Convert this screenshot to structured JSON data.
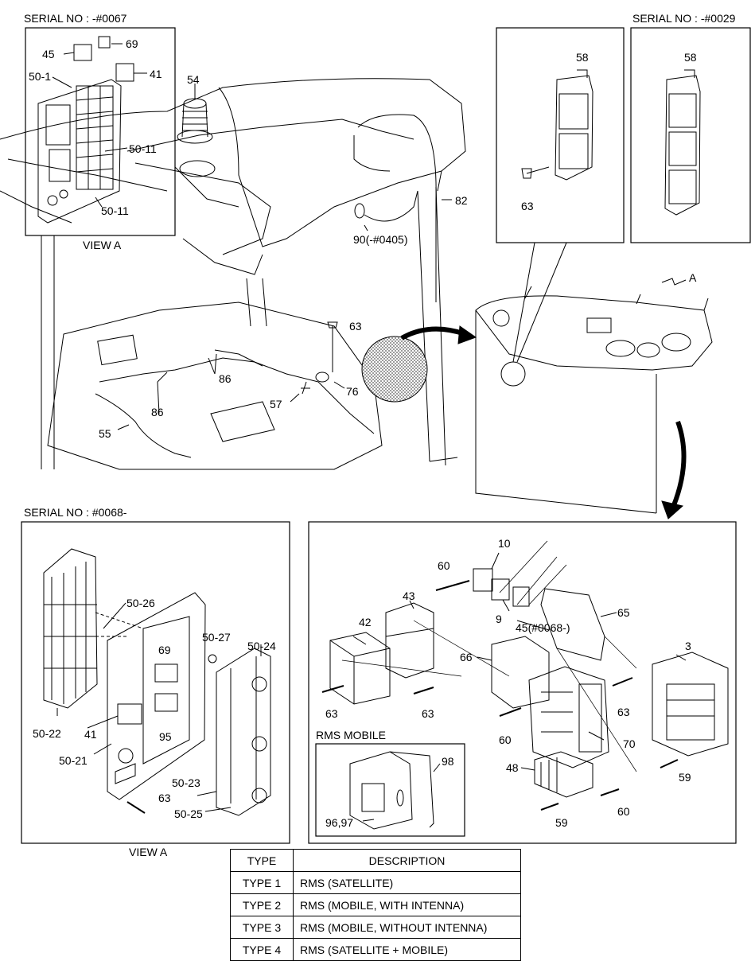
{
  "serials": {
    "top_left": "SERIAL NO : -#0067",
    "top_right": "SERIAL NO : -#0029",
    "bottom_left": "SERIAL NO : #0068-"
  },
  "views": {
    "view_a_top": "VIEW A",
    "view_a_bottom": "VIEW A",
    "arrow_a": "A",
    "rms_mobile": "RMS MOBILE"
  },
  "callouts": {
    "c45_top": "45",
    "c69_top": "69",
    "c50_1": "50-1",
    "c41_top": "41",
    "c50_11a": "50-11",
    "c50_11b": "50-11",
    "c54": "54",
    "c82": "82",
    "c90": "90(-#0405)",
    "c63_mid": "63",
    "c86a": "86",
    "c86b": "86",
    "c76": "76",
    "c57": "57",
    "c55": "55",
    "c58a": "58",
    "c63_tr": "63",
    "c58b": "58",
    "c50_26": "50-26",
    "c50_27": "50-27",
    "c50_24": "50-24",
    "c69_bl": "69",
    "c41_bl": "41",
    "c95": "95",
    "c50_22": "50-22",
    "c50_21": "50-21",
    "c50_23": "50-23",
    "c63_bl": "63",
    "c50_25": "50-25",
    "c10": "10",
    "c60a": "60",
    "c43": "43",
    "c42": "42",
    "c9": "9",
    "c45_br": "45(#0068-)",
    "c65": "65",
    "c66": "66",
    "c3": "3",
    "c63_br1": "63",
    "c63_br2": "63",
    "c63_br3": "63",
    "c60b": "60",
    "c70": "70",
    "c48": "48",
    "c59a": "59",
    "c59b": "59",
    "c60c": "60",
    "c98": "98",
    "c96_97": "96,97"
  },
  "type_table": {
    "header": [
      "TYPE",
      "DESCRIPTION"
    ],
    "rows": [
      [
        "TYPE 1",
        "RMS (SATELLITE)"
      ],
      [
        "TYPE 2",
        "RMS (MOBILE, WITH INTENNA)"
      ],
      [
        "TYPE 3",
        "RMS (MOBILE, WITHOUT INTENNA)"
      ],
      [
        "TYPE 4",
        "RMS (SATELLITE + MOBILE)"
      ]
    ]
  }
}
